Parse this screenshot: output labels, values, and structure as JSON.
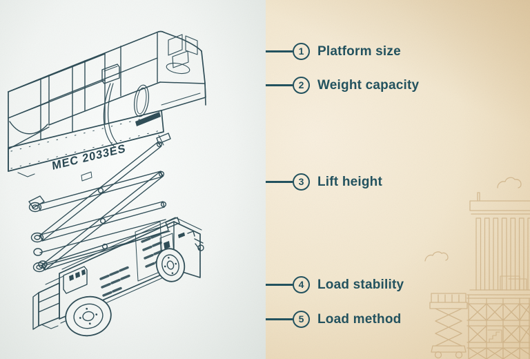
{
  "title": "Scissor lift buying considerations infographic",
  "left_panel": {
    "illustration": "isometric technical line drawing of a scissor lift",
    "model_label": "MEC 2033ES"
  },
  "right_panel": {
    "items": [
      {
        "number": "1",
        "label": "Platform size"
      },
      {
        "number": "2",
        "label": "Weight capacity"
      },
      {
        "number": "3",
        "label": "Lift height"
      },
      {
        "number": "4",
        "label": "Load stability"
      },
      {
        "number": "5",
        "label": "Load method"
      }
    ]
  },
  "background_art": {
    "elements": [
      "building with columns",
      "construction scaffold with x-braces",
      "small scissor lift silhouette",
      "clouds"
    ]
  },
  "colors": {
    "accent_teal": "#1d4e5b",
    "drawing_ink": "#2b4a54",
    "left_background": "#f2f5f3",
    "right_background": "#f0e4cc",
    "art_tan": "#c3a272"
  }
}
